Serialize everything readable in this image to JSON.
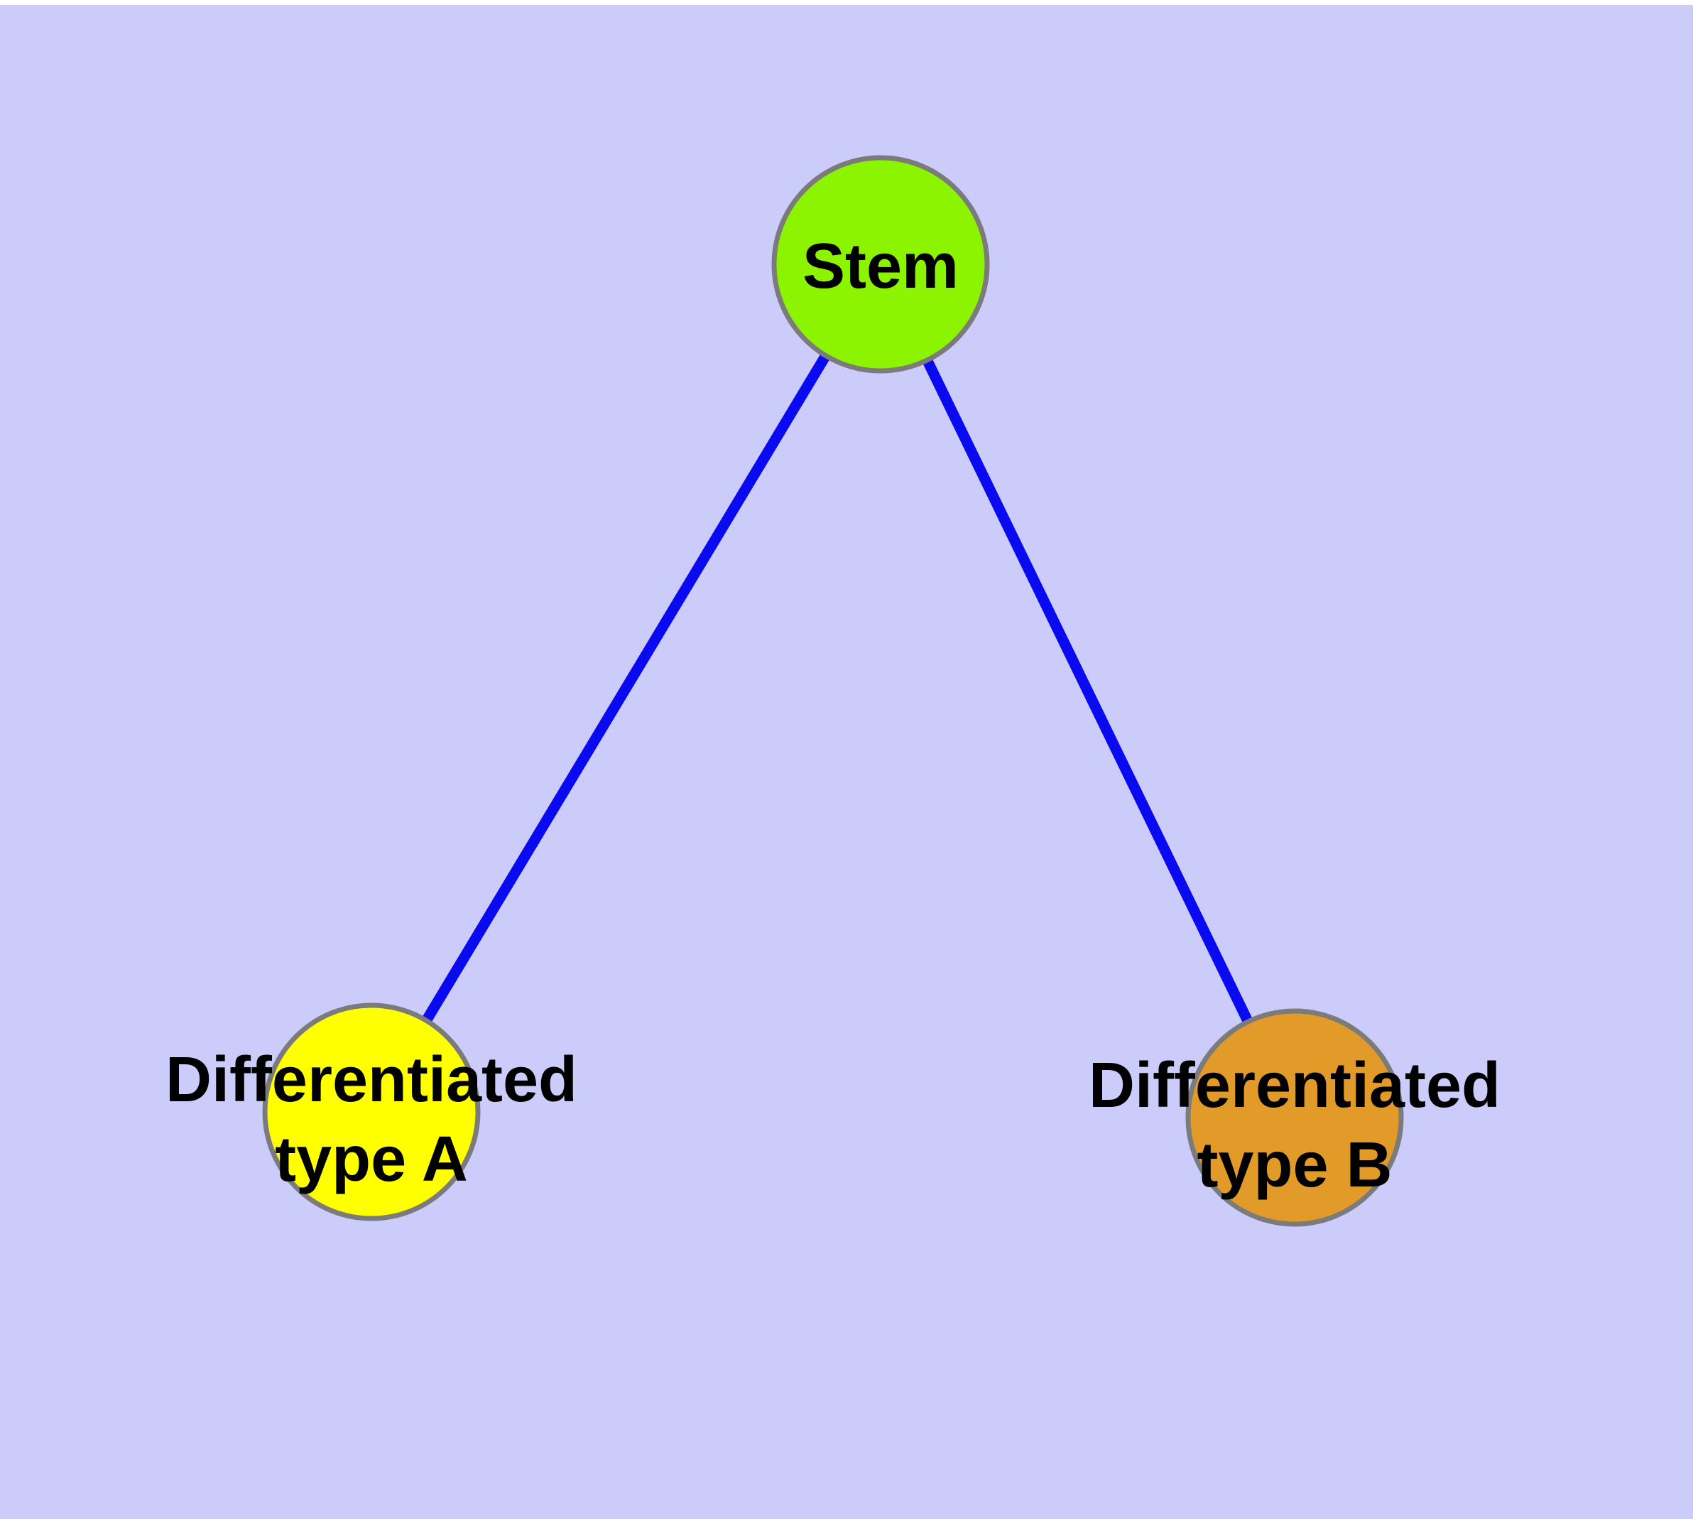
{
  "figure": {
    "background_color": "#CCCCFB",
    "top_margin_color": "#FFFFFF",
    "label_color": "#000000"
  },
  "graph": {
    "edge_color": "#0A0AF0",
    "node_stroke_color": "#7B7B7B",
    "nodes": {
      "stem": {
        "label": "Stem",
        "fill": "#8DF400"
      },
      "type_a": {
        "label_line1": "Differentiated",
        "label_line2": "type A",
        "fill": "#FFFF00"
      },
      "type_b": {
        "label_line1": "Differentiated",
        "label_line2": "type B",
        "fill": "#E29B28"
      }
    },
    "edges": [
      {
        "from": "Stem",
        "to": "Differentiated type A"
      },
      {
        "from": "Stem",
        "to": "Differentiated type B"
      }
    ]
  }
}
